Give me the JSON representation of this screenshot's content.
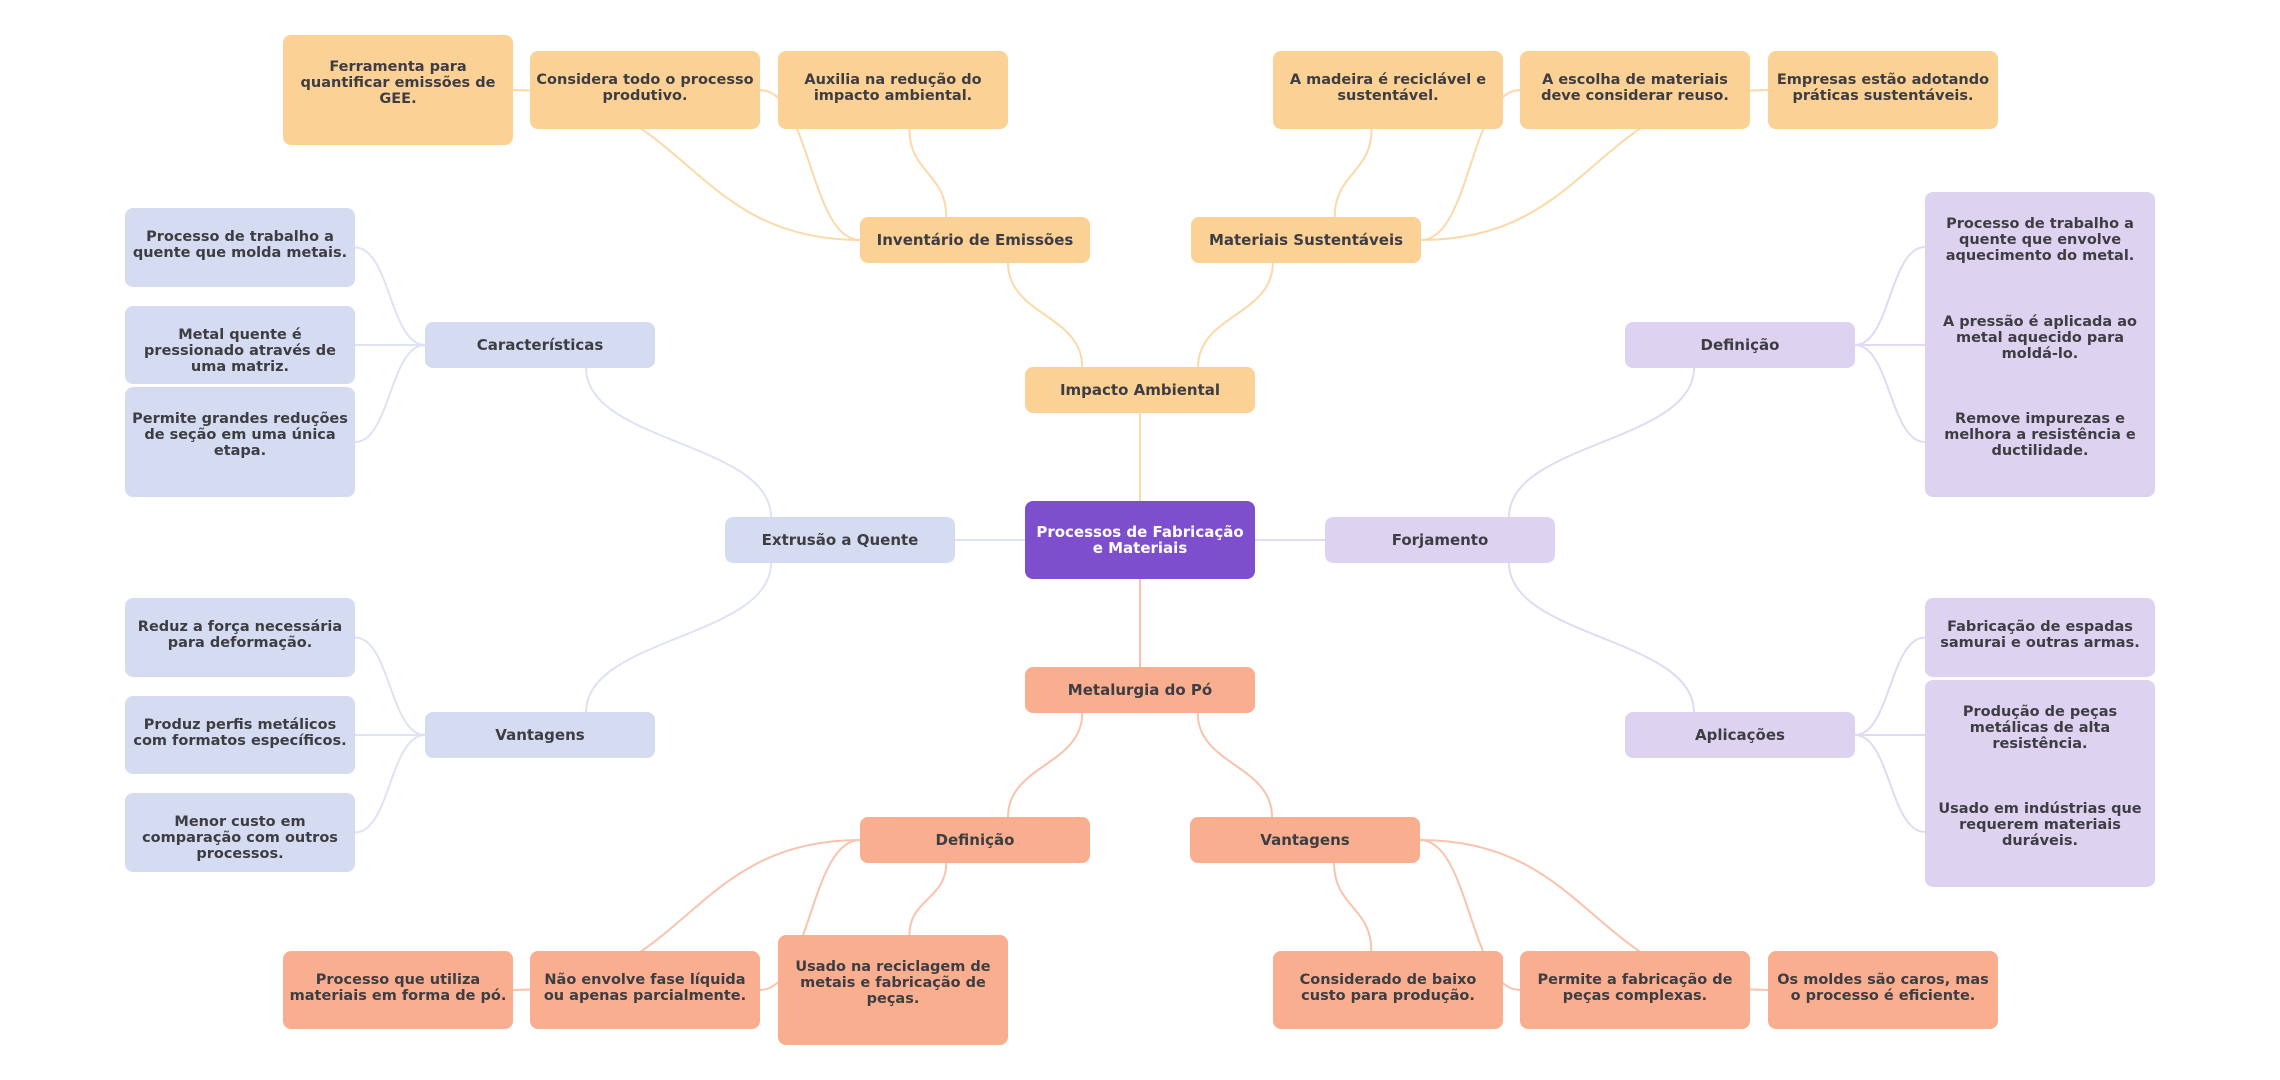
{
  "mindmap": {
    "root": {
      "label": "Processos de Fabricação e Materiais",
      "color": "#7e4fcc"
    },
    "branches": [
      {
        "id": "impacto",
        "label": "Impacto Ambiental",
        "color": "#fcd196",
        "line_color": "#fcd9a8",
        "topics": [
          {
            "label": "Inventário de Emissões",
            "leaves": [
              "Ferramenta para quantificar emissões de GEE.",
              "Considera todo o processo produtivo.",
              "Auxilia na redução do impacto ambiental."
            ]
          },
          {
            "label": "Materiais Sustentáveis",
            "leaves": [
              "A madeira é reciclável e sustentável.",
              "A escolha de materiais deve considerar reuso.",
              "Empresas estão adotando práticas sustentáveis."
            ]
          }
        ]
      },
      {
        "id": "extrusao",
        "label": "Extrusão a Quente",
        "color": "#d5dcf2",
        "line_color": "#dde3f5",
        "topics": [
          {
            "label": "Características",
            "leaves": [
              "Processo de trabalho a quente que molda metais.",
              "Metal quente é pressionado através de uma matriz.",
              "Permite grandes reduções de seção em uma única etapa."
            ]
          },
          {
            "label": "Vantagens",
            "leaves": [
              "Reduz a força necessária para deformação.",
              "Produz perfis metálicos com formatos específicos.",
              "Menor custo em comparação com outros processos."
            ]
          }
        ]
      },
      {
        "id": "forjamento",
        "label": "Forjamento",
        "color": "#ddd3f0",
        "line_color": "#e2daf4",
        "topics": [
          {
            "label": "Definição",
            "leaves": [
              "Processo de trabalho a quente que envolve aquecimento do metal.",
              "A pressão é aplicada ao metal aquecido para moldá-lo.",
              "Remove impurezas e melhora a resistência e ductilidade."
            ]
          },
          {
            "label": "Aplicações",
            "leaves": [
              "Fabricação de espadas samurai e outras armas.",
              "Produção de peças metálicas de alta resistência.",
              "Usado em indústrias que requerem materiais duráveis."
            ]
          }
        ]
      },
      {
        "id": "metalurgia",
        "label": "Metalurgia do Pó",
        "color": "#f9ae90",
        "line_color": "#f9c3ad",
        "topics": [
          {
            "label": "Definição",
            "leaves": [
              "Processo que utiliza materiais em forma de pó.",
              "Não envolve fase líquida ou apenas parcialmente.",
              "Usado na reciclagem de metais e fabricação de peças."
            ]
          },
          {
            "label": "Vantagens",
            "leaves": [
              "Considerado de baixo custo para produção.",
              "Permite a fabricação de peças complexas.",
              "Os moldes são caros, mas o processo é eficiente."
            ]
          }
        ]
      }
    ]
  }
}
